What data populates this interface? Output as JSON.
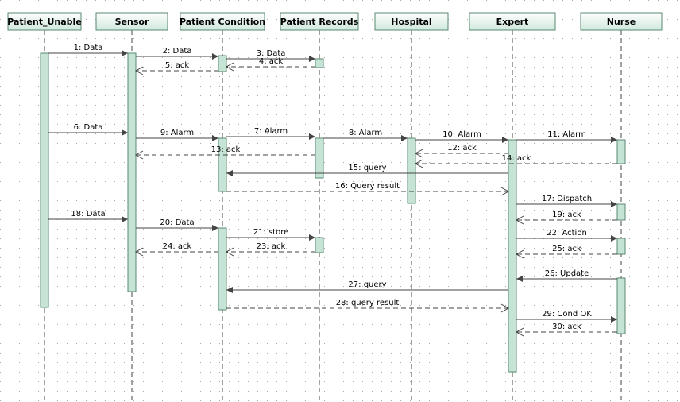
{
  "colors": {
    "header_fill_top": "#ffffff",
    "header_fill_bottom": "#cfe8dc",
    "header_border": "#5a8a70",
    "activation_fill": "#c6e4d6",
    "activation_border": "#5a8a70",
    "line_color": "#444444",
    "grid_dot": "#a8a8a8"
  },
  "participants": [
    {
      "id": "patient_unable",
      "label": "Patient_Unable"
    },
    {
      "id": "sensor",
      "label": "Sensor"
    },
    {
      "id": "patient_condition",
      "label": "Patient Condition"
    },
    {
      "id": "patient_records",
      "label": "Patient Records"
    },
    {
      "id": "hospital",
      "label": "Hospital"
    },
    {
      "id": "expert",
      "label": "Expert"
    },
    {
      "id": "nurse",
      "label": "Nurse"
    }
  ],
  "messages": [
    {
      "label": "1: Data",
      "from": "patient_unable",
      "to": "sensor",
      "type": "call"
    },
    {
      "label": "2: Data",
      "from": "sensor",
      "to": "patient_condition",
      "type": "call"
    },
    {
      "label": "3: Data",
      "from": "patient_condition",
      "to": "patient_records",
      "type": "call"
    },
    {
      "label": "4: ack",
      "from": "patient_records",
      "to": "patient_condition",
      "type": "return"
    },
    {
      "label": "5: ack",
      "from": "patient_condition",
      "to": "sensor",
      "type": "return"
    },
    {
      "label": "6: Data",
      "from": "patient_unable",
      "to": "sensor",
      "type": "call"
    },
    {
      "label": "9: Alarm",
      "from": "sensor",
      "to": "patient_condition",
      "type": "call"
    },
    {
      "label": "7: Alarm",
      "from": "patient_condition",
      "to": "patient_records",
      "type": "call"
    },
    {
      "label": "8: Alarm",
      "from": "patient_records",
      "to": "hospital",
      "type": "call"
    },
    {
      "label": "10: Alarm",
      "from": "hospital",
      "to": "expert",
      "type": "call"
    },
    {
      "label": "11: Alarm",
      "from": "expert",
      "to": "nurse",
      "type": "call"
    },
    {
      "label": "13: ack",
      "from": "patient_records",
      "to": "sensor",
      "type": "return"
    },
    {
      "label": "12: ack",
      "from": "expert",
      "to": "hospital",
      "type": "return"
    },
    {
      "label": "14: ack",
      "from": "nurse",
      "to": "hospital",
      "type": "return"
    },
    {
      "label": "15: query",
      "from": "expert",
      "to": "patient_condition",
      "type": "call"
    },
    {
      "label": "16: Query result",
      "from": "patient_condition",
      "to": "expert",
      "type": "return"
    },
    {
      "label": "17: Dispatch",
      "from": "expert",
      "to": "nurse",
      "type": "call"
    },
    {
      "label": "19: ack",
      "from": "nurse",
      "to": "expert",
      "type": "return"
    },
    {
      "label": "18: Data",
      "from": "patient_unable",
      "to": "sensor",
      "type": "call"
    },
    {
      "label": "20: Data",
      "from": "sensor",
      "to": "patient_condition",
      "type": "call"
    },
    {
      "label": "21: store",
      "from": "patient_condition",
      "to": "patient_records",
      "type": "call"
    },
    {
      "label": "22: Action",
      "from": "expert",
      "to": "nurse",
      "type": "call"
    },
    {
      "label": "24: ack",
      "from": "patient_condition",
      "to": "sensor",
      "type": "return"
    },
    {
      "label": "23: ack",
      "from": "patient_records",
      "to": "patient_condition",
      "type": "return"
    },
    {
      "label": "25: ack",
      "from": "nurse",
      "to": "expert",
      "type": "return"
    },
    {
      "label": "26: Update",
      "from": "nurse",
      "to": "expert",
      "type": "call"
    },
    {
      "label": "27: query",
      "from": "expert",
      "to": "patient_condition",
      "type": "call"
    },
    {
      "label": "28: query result",
      "from": "patient_condition",
      "to": "expert",
      "type": "return"
    },
    {
      "label": "29: Cond OK",
      "from": "expert",
      "to": "nurse",
      "type": "call"
    },
    {
      "label": "30: ack",
      "from": "nurse",
      "to": "expert",
      "type": "return"
    }
  ]
}
